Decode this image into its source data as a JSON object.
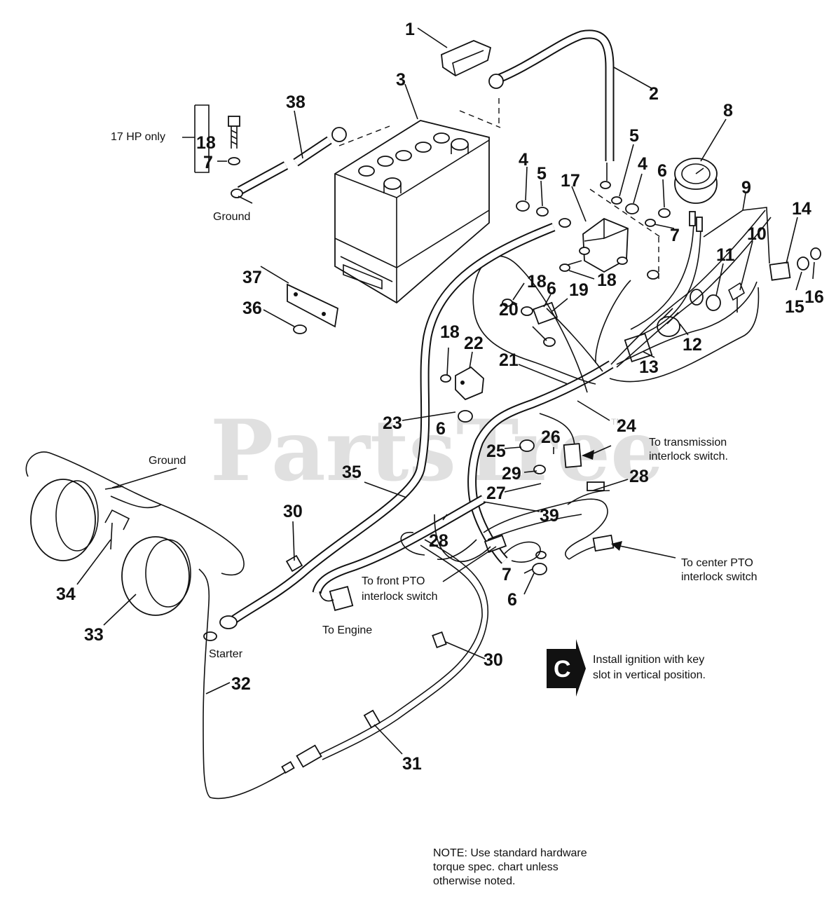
{
  "watermark": {
    "text": "PartsTree",
    "tm": "TM"
  },
  "callouts": [
    {
      "id": "c1",
      "text": "1"
    },
    {
      "id": "c2",
      "text": "2"
    },
    {
      "id": "c3",
      "text": "3"
    },
    {
      "id": "c4a",
      "text": "4"
    },
    {
      "id": "c4b",
      "text": "4"
    },
    {
      "id": "c5a",
      "text": "5"
    },
    {
      "id": "c5b",
      "text": "5"
    },
    {
      "id": "c6a",
      "text": "6"
    },
    {
      "id": "c6b",
      "text": "6"
    },
    {
      "id": "c6c",
      "text": "6"
    },
    {
      "id": "c6d",
      "text": "6"
    },
    {
      "id": "c7a",
      "text": "7"
    },
    {
      "id": "c7b",
      "text": "7"
    },
    {
      "id": "c7c",
      "text": "7"
    },
    {
      "id": "c8",
      "text": "8"
    },
    {
      "id": "c9",
      "text": "9"
    },
    {
      "id": "c10",
      "text": "10"
    },
    {
      "id": "c11",
      "text": "11"
    },
    {
      "id": "c12",
      "text": "12"
    },
    {
      "id": "c13",
      "text": "13"
    },
    {
      "id": "c14",
      "text": "14"
    },
    {
      "id": "c15",
      "text": "15"
    },
    {
      "id": "c16",
      "text": "16"
    },
    {
      "id": "c17",
      "text": "17"
    },
    {
      "id": "c18a",
      "text": "18"
    },
    {
      "id": "c18b",
      "text": "18"
    },
    {
      "id": "c18c",
      "text": "18"
    },
    {
      "id": "c18d",
      "text": "18"
    },
    {
      "id": "c19",
      "text": "19"
    },
    {
      "id": "c20",
      "text": "20"
    },
    {
      "id": "c21",
      "text": "21"
    },
    {
      "id": "c22",
      "text": "22"
    },
    {
      "id": "c23",
      "text": "23"
    },
    {
      "id": "c24",
      "text": "24"
    },
    {
      "id": "c25",
      "text": "25"
    },
    {
      "id": "c26",
      "text": "26"
    },
    {
      "id": "c27",
      "text": "27"
    },
    {
      "id": "c28a",
      "text": "28"
    },
    {
      "id": "c28b",
      "text": "28"
    },
    {
      "id": "c29",
      "text": "29"
    },
    {
      "id": "c30a",
      "text": "30"
    },
    {
      "id": "c30b",
      "text": "30"
    },
    {
      "id": "c31",
      "text": "31"
    },
    {
      "id": "c32",
      "text": "32"
    },
    {
      "id": "c33",
      "text": "33"
    },
    {
      "id": "c34",
      "text": "34"
    },
    {
      "id": "c35",
      "text": "35"
    },
    {
      "id": "c36",
      "text": "36"
    },
    {
      "id": "c37",
      "text": "37"
    },
    {
      "id": "c38",
      "text": "38"
    },
    {
      "id": "c39",
      "text": "39"
    }
  ],
  "labels": {
    "hp_only": "17 HP only",
    "ground_top": "Ground",
    "ground_left": "Ground",
    "starter": "Starter",
    "to_engine": "To Engine",
    "front_pto_1": "To front PTO",
    "front_pto_2": "interlock switch",
    "transmission_1": "To transmission",
    "transmission_2": "interlock switch.",
    "center_pto_1": "To center PTO",
    "center_pto_2": "interlock switch",
    "note_badge": "C",
    "note_c_1": "Install ignition with key",
    "note_c_2": "slot in vertical position.",
    "note_1": "NOTE:  Use standard hardware",
    "note_2": "torque spec. chart unless",
    "note_3": "otherwise noted."
  }
}
